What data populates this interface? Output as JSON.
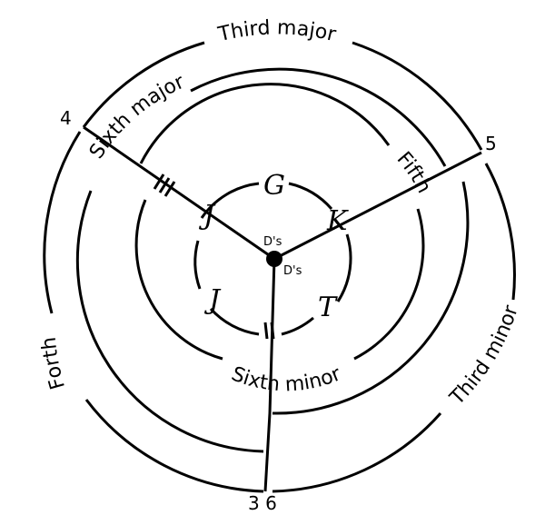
{
  "labels": {
    "third_major": "Third major",
    "sixth_major": "Sixth major",
    "fifth": "Fifth",
    "forth": "Forth",
    "third_minor": "Third minor",
    "sixth_minor": "Sixth minor"
  },
  "numbers": {
    "n4": "4",
    "n5": "5",
    "n36": "3 6"
  },
  "inner_letters": {
    "g": "G",
    "i": "J",
    "k": "K",
    "j": "J",
    "t": "T"
  },
  "center": {
    "top": "D's",
    "bottom": "D's"
  }
}
